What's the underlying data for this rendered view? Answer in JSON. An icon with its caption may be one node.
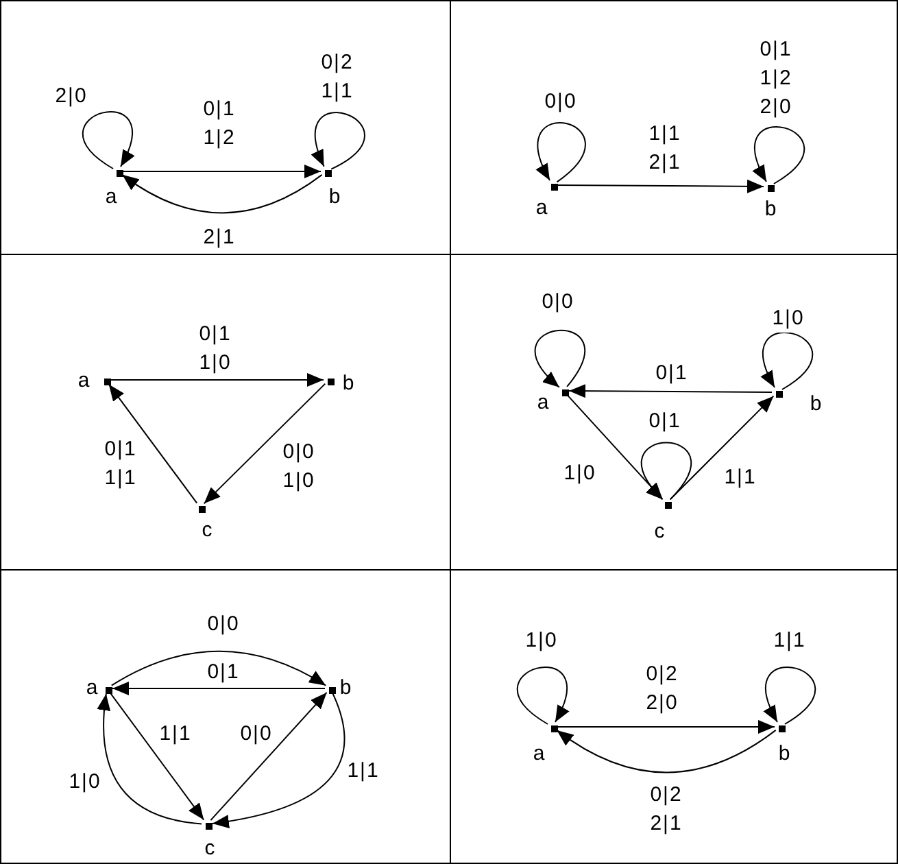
{
  "diagram": {
    "nodes": [
      {
        "text": [],
        "shape": "box"
      },
      {
        "text": [
          "a"
        ],
        "in": 0
      },
      {
        "text": [
          "b"
        ],
        "in": 0
      },
      {
        "text": [],
        "shape": "box"
      },
      {
        "text": [
          "a"
        ],
        "in": 3
      },
      {
        "text": [
          "b"
        ],
        "in": 3
      },
      {
        "text": [],
        "shape": "box"
      },
      {
        "text": [
          "a"
        ],
        "in": 6
      },
      {
        "text": [
          "b"
        ],
        "in": 6
      },
      {
        "text": [
          "c"
        ],
        "in": 6
      },
      {
        "text": [],
        "shape": "box"
      },
      {
        "text": [
          "a"
        ],
        "in": 10
      },
      {
        "text": [
          "b"
        ],
        "in": 10
      },
      {
        "text": [
          "c"
        ],
        "in": 10
      },
      {
        "text": [],
        "shape": "box"
      },
      {
        "text": [
          "a"
        ],
        "in": 14
      },
      {
        "text": [
          "b"
        ],
        "in": 14
      },
      {
        "text": [
          "c"
        ],
        "in": 14
      },
      {
        "text": [],
        "shape": "box"
      },
      {
        "text": [
          "a"
        ],
        "in": 18
      },
      {
        "text": [
          "b"
        ],
        "in": 18
      }
    ],
    "edges": [
      {
        "from": 1,
        "to": 1,
        "arrow": "to",
        "label": "2|0"
      },
      {
        "from": 1,
        "to": 2,
        "arrow": "to",
        "label": "0|1 1|2"
      },
      {
        "from": 2,
        "to": 2,
        "arrow": "to",
        "label": "0|2 1|1"
      },
      {
        "from": 2,
        "to": 1,
        "arrow": "to",
        "label": "2|1"
      },
      {
        "from": 4,
        "to": 4,
        "arrow": "to",
        "label": "0|0"
      },
      {
        "from": 4,
        "to": 5,
        "arrow": "to",
        "label": "1|1 2|1"
      },
      {
        "from": 5,
        "to": 5,
        "arrow": "to",
        "label": "0|1 1|2 2|0"
      },
      {
        "from": 7,
        "to": 8,
        "arrow": "to",
        "label": "0|1 1|0"
      },
      {
        "from": 8,
        "to": 9,
        "arrow": "to",
        "label": "0|0 1|0"
      },
      {
        "from": 9,
        "to": 7,
        "arrow": "to",
        "label": "0|1 1|1"
      },
      {
        "from": 11,
        "to": 11,
        "arrow": "to",
        "label": "0|0"
      },
      {
        "from": 12,
        "to": 12,
        "arrow": "to",
        "label": "1|0"
      },
      {
        "from": 12,
        "to": 11,
        "arrow": "to",
        "label": "0|1"
      },
      {
        "from": 13,
        "to": 13,
        "arrow": "to",
        "label": "0|1"
      },
      {
        "from": 11,
        "to": 13,
        "arrow": "to",
        "label": "1|0"
      },
      {
        "from": 13,
        "to": 12,
        "arrow": "to",
        "label": "1|1"
      },
      {
        "from": 15,
        "to": 16,
        "arrow": "to",
        "label": "0|0"
      },
      {
        "from": 16,
        "to": 15,
        "arrow": "to",
        "label": "0|1"
      },
      {
        "from": 15,
        "to": 17,
        "arrow": "to",
        "label": "1|1"
      },
      {
        "from": 17,
        "to": 16,
        "arrow": "to",
        "label": "0|0"
      },
      {
        "from": 16,
        "to": 17,
        "arrow": "to",
        "label": "1|1"
      },
      {
        "from": 17,
        "to": 15,
        "arrow": "to",
        "label": "1|0"
      },
      {
        "from": 19,
        "to": 19,
        "arrow": "to",
        "label": "1|0"
      },
      {
        "from": 19,
        "to": 20,
        "arrow": "to",
        "label": "0|2 2|0"
      },
      {
        "from": 20,
        "to": 20,
        "arrow": "to",
        "label": "1|1"
      },
      {
        "from": 20,
        "to": 19,
        "arrow": "to",
        "label": "0|2 2|1"
      }
    ]
  }
}
